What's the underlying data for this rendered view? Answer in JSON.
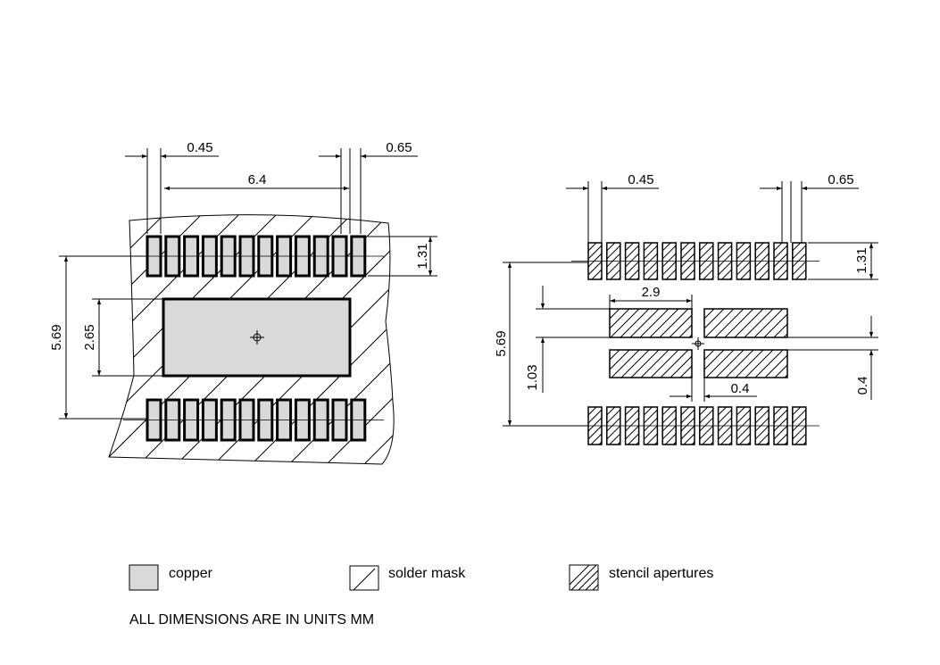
{
  "left_view": {
    "dim_pad_width": "0.45",
    "dim_pitch": "0.65",
    "dim_span": "6.4",
    "dim_pad_length": "1.31",
    "dim_row_span": "5.69",
    "dim_thermal_height": "2.65"
  },
  "right_view": {
    "dim_pad_width": "0.45",
    "dim_pitch": "0.65",
    "dim_pad_length": "1.31",
    "dim_row_span": "5.69",
    "dim_aperture_width": "2.9",
    "dim_aperture_span": "1.03",
    "dim_gap_h": "0.4",
    "dim_gap_v": "0.4"
  },
  "legend": {
    "copper": "copper",
    "solder_mask": "solder mask",
    "stencil": "stencil apertures",
    "colors": {
      "copper": "#d9d9d9",
      "line": "#000000"
    }
  },
  "footer": {
    "units_note": "ALL DIMENSIONS ARE IN UNITS MM"
  }
}
